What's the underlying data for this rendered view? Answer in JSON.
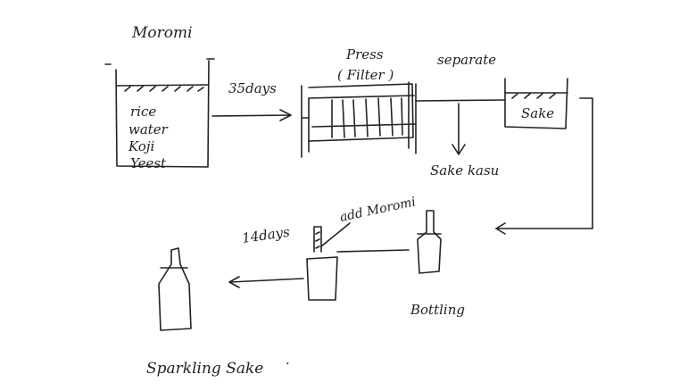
{
  "diagram": {
    "labels": {
      "moromi": "Moromi",
      "ingredient_rice": "rice",
      "ingredient_water": "water",
      "ingredient_koji": "Koji",
      "ingredient_yeast": "Yeest",
      "duration_ferment": "35days",
      "press": "Press",
      "filter": "( Filter )",
      "separate": "separate",
      "sake": "Sake",
      "sake_kasu": "Sake kasu",
      "add_moromi": "add Moromi",
      "duration_second": "14days",
      "bottling": "Bottling",
      "sparkling_sake": "Sparkling Sake"
    }
  }
}
